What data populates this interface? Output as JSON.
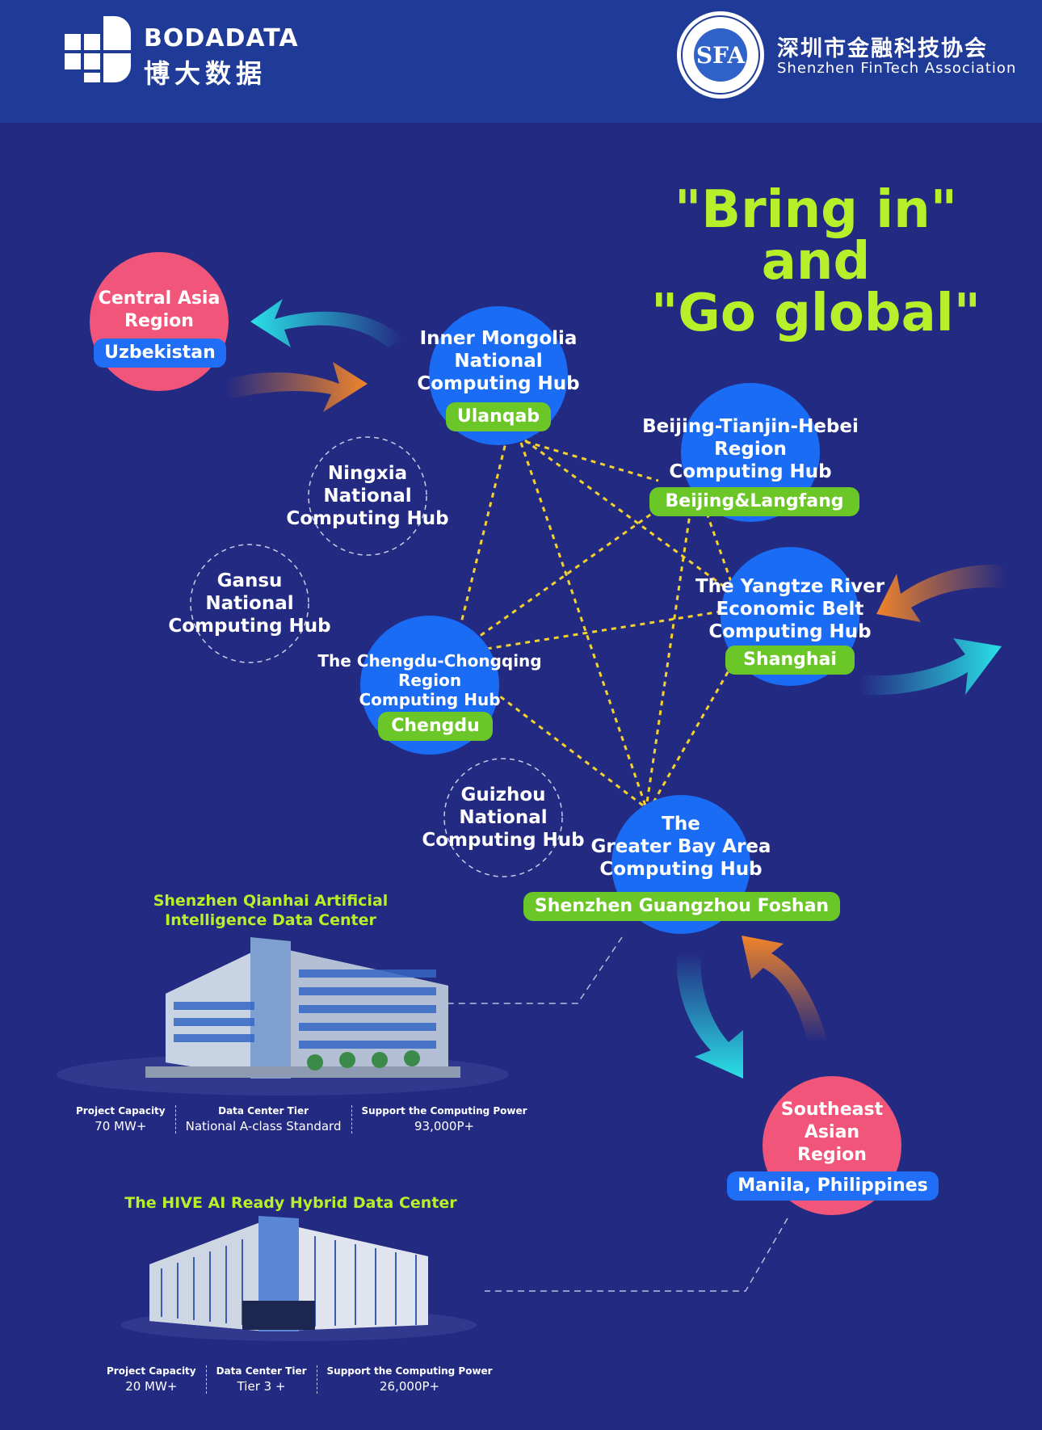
{
  "header": {
    "brand_en": "BODADATA",
    "brand_cn": "博大数据",
    "association_cn": "深圳市金融科技协会",
    "association_en": "Shenzhen FinTech Association",
    "seal_text": "SFA"
  },
  "headline": [
    "\"Bring in\"",
    "and",
    "\"Go global\""
  ],
  "colors": {
    "background": "#232a82",
    "header": "#1f3a97",
    "accent_green": "#b6f02a",
    "tag_green": "#6bc627",
    "hub_blue": "#1a6cf4",
    "region_pink": "#f2557a",
    "link_yellow": "#f4d12c"
  },
  "regions": {
    "central_asia": {
      "name": [
        "Central Asia",
        "Region"
      ],
      "tag": "Uzbekistan"
    },
    "southeast_asia": {
      "name": [
        "Southeast",
        "Asian",
        "Region"
      ],
      "tag": "Manila, Philippines"
    }
  },
  "hubs": {
    "inner_mongolia": {
      "name": [
        "Inner Mongolia",
        "National",
        "Computing Hub"
      ],
      "tag": "Ulanqab"
    },
    "beijing": {
      "name": [
        "Beijing-Tianjin-Hebei",
        "Region",
        "Computing Hub"
      ],
      "tag": "Beijing&Langfang"
    },
    "yangtze": {
      "name": [
        "The Yangtze River",
        "Economic Belt",
        "Computing Hub"
      ],
      "tag": "Shanghai"
    },
    "chengdu": {
      "name": [
        "The Chengdu-Chongqing",
        "Region",
        "Computing Hub"
      ],
      "tag": "Chengdu"
    },
    "gba": {
      "name": [
        "The",
        "Greater Bay Area",
        "Computing Hub"
      ],
      "tag": "Shenzhen Guangzhou Foshan"
    },
    "ningxia": {
      "name": [
        "Ningxia",
        "National",
        "Computing Hub"
      ]
    },
    "gansu": {
      "name": [
        "Gansu",
        "National",
        "Computing Hub"
      ]
    },
    "guizhou": {
      "name": [
        "Guizhou",
        "National",
        "Computing Hub"
      ]
    }
  },
  "data_centers": [
    {
      "title": [
        "Shenzhen Qianhai Artificial",
        "Intelligence Data Center"
      ],
      "stats": [
        {
          "label": "Project Capacity",
          "value": "70 MW+"
        },
        {
          "label": "Data Center Tier",
          "value": "National A-class Standard"
        },
        {
          "label": "Support the Computing Power",
          "value": "93,000P+"
        }
      ]
    },
    {
      "title": [
        "The HIVE AI Ready Hybrid Data Center"
      ],
      "stats": [
        {
          "label": "Project Capacity",
          "value": "20 MW+"
        },
        {
          "label": "Data Center Tier",
          "value": "Tier 3 +"
        },
        {
          "label": "Support the Computing Power",
          "value": "26,000P+"
        }
      ]
    }
  ]
}
